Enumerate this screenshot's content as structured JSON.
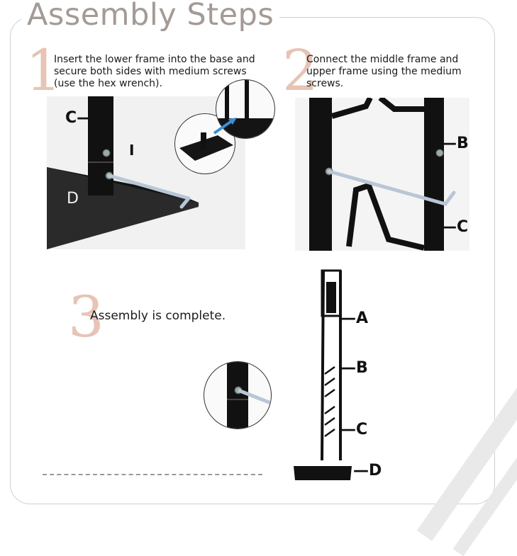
{
  "title": "Assembly Steps",
  "steps": [
    {
      "number": "1",
      "text": "Insert the lower frame into the base and secure both sides with medium screws (use the hex wrench)."
    },
    {
      "number": "2",
      "text": "Connect the middle frame and upper frame using the medium screws."
    },
    {
      "number": "3",
      "text": "Assembly is complete."
    }
  ],
  "labels": {
    "step1": {
      "c": "C—",
      "d": "D",
      "i": "I"
    },
    "step2": {
      "b": "—B",
      "c": "—C"
    },
    "complete": {
      "a": "—A",
      "b": "—B",
      "c": "—C",
      "d": "—D"
    }
  },
  "colors": {
    "title": "#a49a96",
    "step_number": "#e7c4b5",
    "metal": "#111111",
    "wrench": "#b9c6d6",
    "accent_arrow": "#3a8fd4"
  }
}
